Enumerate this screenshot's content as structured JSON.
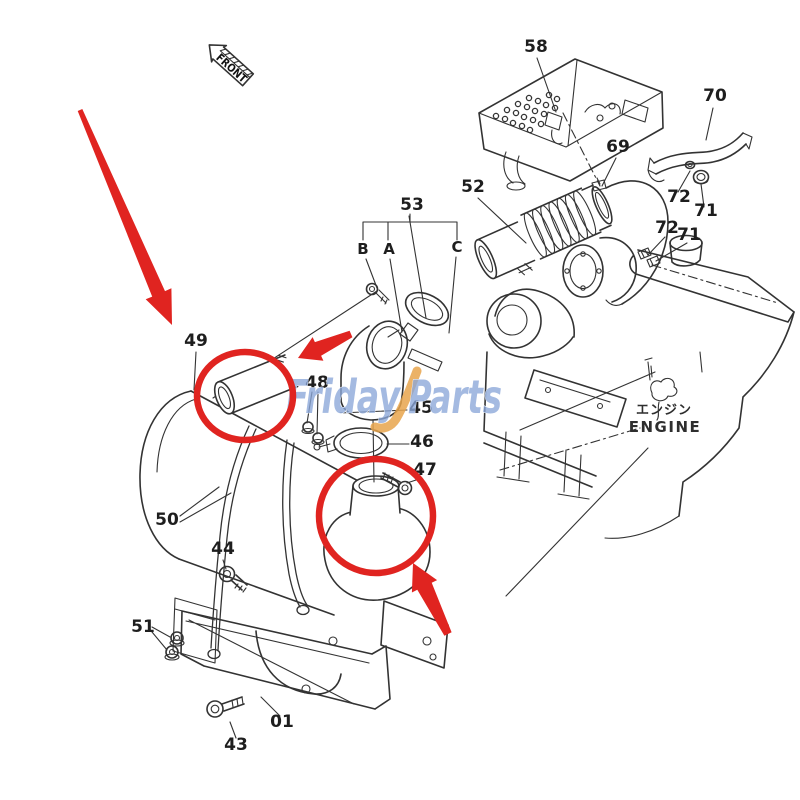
{
  "diagram": {
    "type": "exploded-parts-diagram",
    "subject": "engine air cleaner / muffler assembly",
    "front_label": "FRONT",
    "engine_label_jp": "エンジン",
    "engine_label_en": "ENGINE",
    "parts": {
      "p58": "58",
      "p70": "70",
      "p69": "69",
      "p52": "52",
      "p53": "53",
      "pB": "B",
      "pA": "A",
      "pC": "C",
      "p72a": "72",
      "p71a": "71",
      "p72b": "72",
      "p71b": "71",
      "p49": "49",
      "p48": "48",
      "p45": "45",
      "p46": "46",
      "p47": "47",
      "p50": "50",
      "p44": "44",
      "p51": "51",
      "p43": "43",
      "p01": "01"
    }
  },
  "watermark": {
    "word1": "Friday",
    "word2": "Parts",
    "blue": "#8ba7d9",
    "orange": "#e8a44c"
  },
  "colors": {
    "line": "#333333",
    "highlight_red": "#e02420",
    "background": "#ffffff"
  },
  "annotations": {
    "highlight_circles": 2,
    "highlight_arrows": 3
  }
}
